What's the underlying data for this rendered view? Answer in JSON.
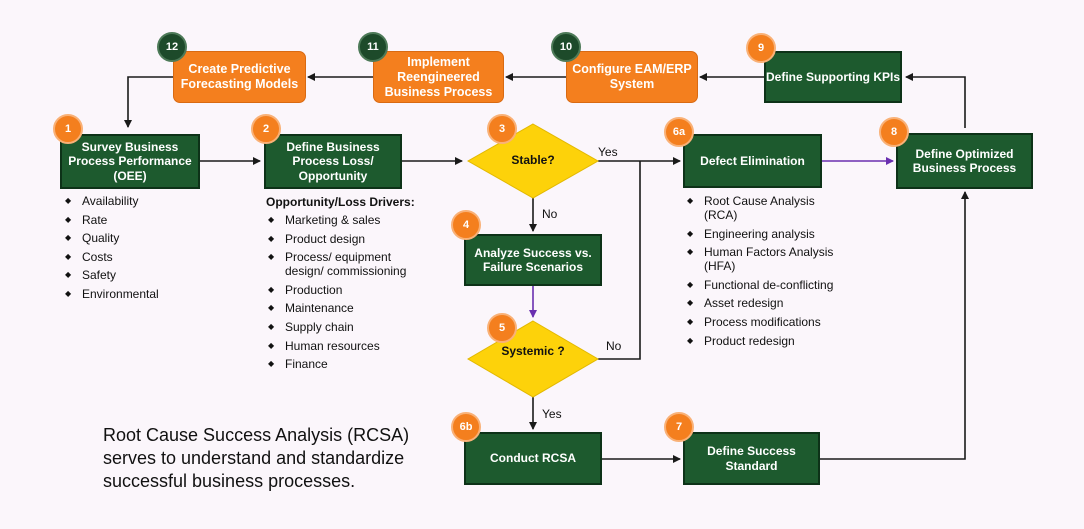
{
  "steps": {
    "s1": {
      "badge": "1",
      "label": "Survey Business Process Performance (OEE)"
    },
    "s2": {
      "badge": "2",
      "label": "Define Business Process Loss/ Opportunity"
    },
    "s3": {
      "badge": "3",
      "label": "Stable?"
    },
    "s4": {
      "badge": "4",
      "label": "Analyze Success vs. Failure Scenarios"
    },
    "s5": {
      "badge": "5",
      "label": "Systemic ?"
    },
    "s6a": {
      "badge": "6a",
      "label": "Defect Elimination"
    },
    "s6b": {
      "badge": "6b",
      "label": "Conduct RCSA"
    },
    "s7": {
      "badge": "7",
      "label": "Define Success Standard"
    },
    "s8": {
      "badge": "8",
      "label": "Define Optimized Business Process"
    },
    "s9": {
      "badge": "9",
      "label": "Define Supporting KPIs"
    },
    "s10": {
      "badge": "10",
      "label": "Configure EAM/ERP System"
    },
    "s11": {
      "badge": "11",
      "label": "Implement Reengineered Business Process"
    },
    "s12": {
      "badge": "12",
      "label": "Create Predictive Forecasting Models"
    }
  },
  "edge_labels": {
    "yes_stable": "Yes",
    "no_stable": "No",
    "yes_systemic": "Yes",
    "no_systemic": "No"
  },
  "oee_list": [
    "Availability",
    "Rate",
    "Quality",
    "Costs",
    "Safety",
    "Environmental"
  ],
  "drivers_heading": "Opportunity/Loss Drivers:",
  "drivers_list": [
    "Marketing & sales",
    "Product design",
    "Process/ equipment design/ commissioning",
    "Production",
    "Maintenance",
    "Supply chain",
    "Human resources",
    "Finance"
  ],
  "defect_list": [
    "Root Cause Analysis (RCA)",
    "Engineering analysis",
    "Human Factors Analysis (HFA)",
    "Functional de-conflicting",
    "Asset redesign",
    "Process modifications",
    "Product redesign"
  ],
  "note": "Root Cause Success Analysis (RCSA) serves to understand and standardize successful business processes.",
  "colors": {
    "green": "#1d5a2e",
    "orange": "#f47f1e",
    "diamond": "#fdd20a",
    "arrow_accent": "#6a2fb0",
    "line": "#1a1a1a"
  }
}
